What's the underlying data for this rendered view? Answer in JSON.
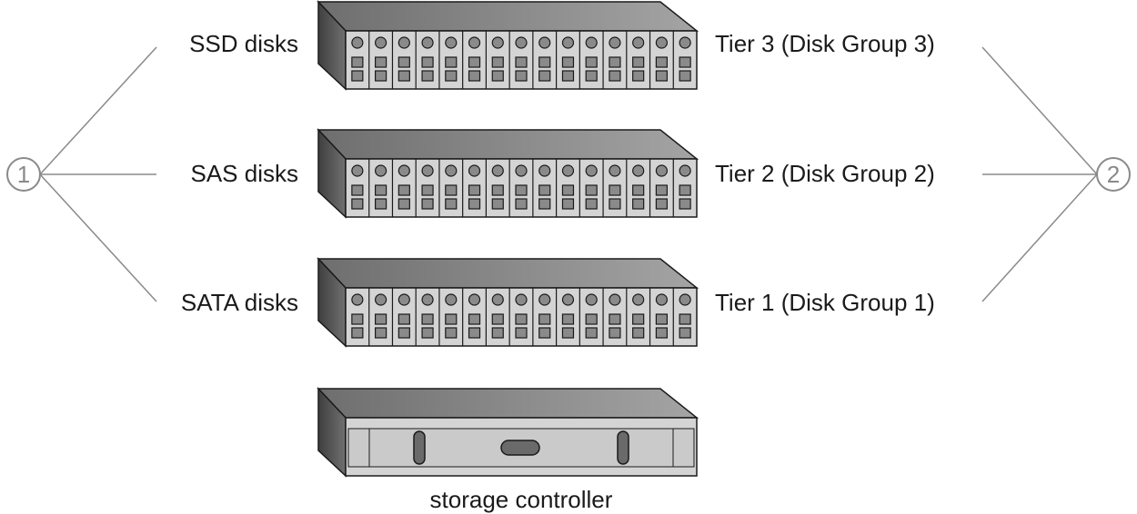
{
  "diagram": {
    "callouts": [
      {
        "id": "callout-1",
        "label": "1"
      },
      {
        "id": "callout-2",
        "label": "2"
      }
    ],
    "enclosures": [
      {
        "id": "ssd",
        "disk_label": "SSD disks",
        "tier_label": "Tier 3 (Disk Group 3)",
        "slots": 15
      },
      {
        "id": "sas",
        "disk_label": "SAS disks",
        "tier_label": "Tier 2 (Disk Group 2)",
        "slots": 15
      },
      {
        "id": "sata",
        "disk_label": "SATA disks",
        "tier_label": "Tier 1 (Disk Group 1)",
        "slots": 15
      }
    ],
    "controller": {
      "label": "storage controller"
    }
  }
}
